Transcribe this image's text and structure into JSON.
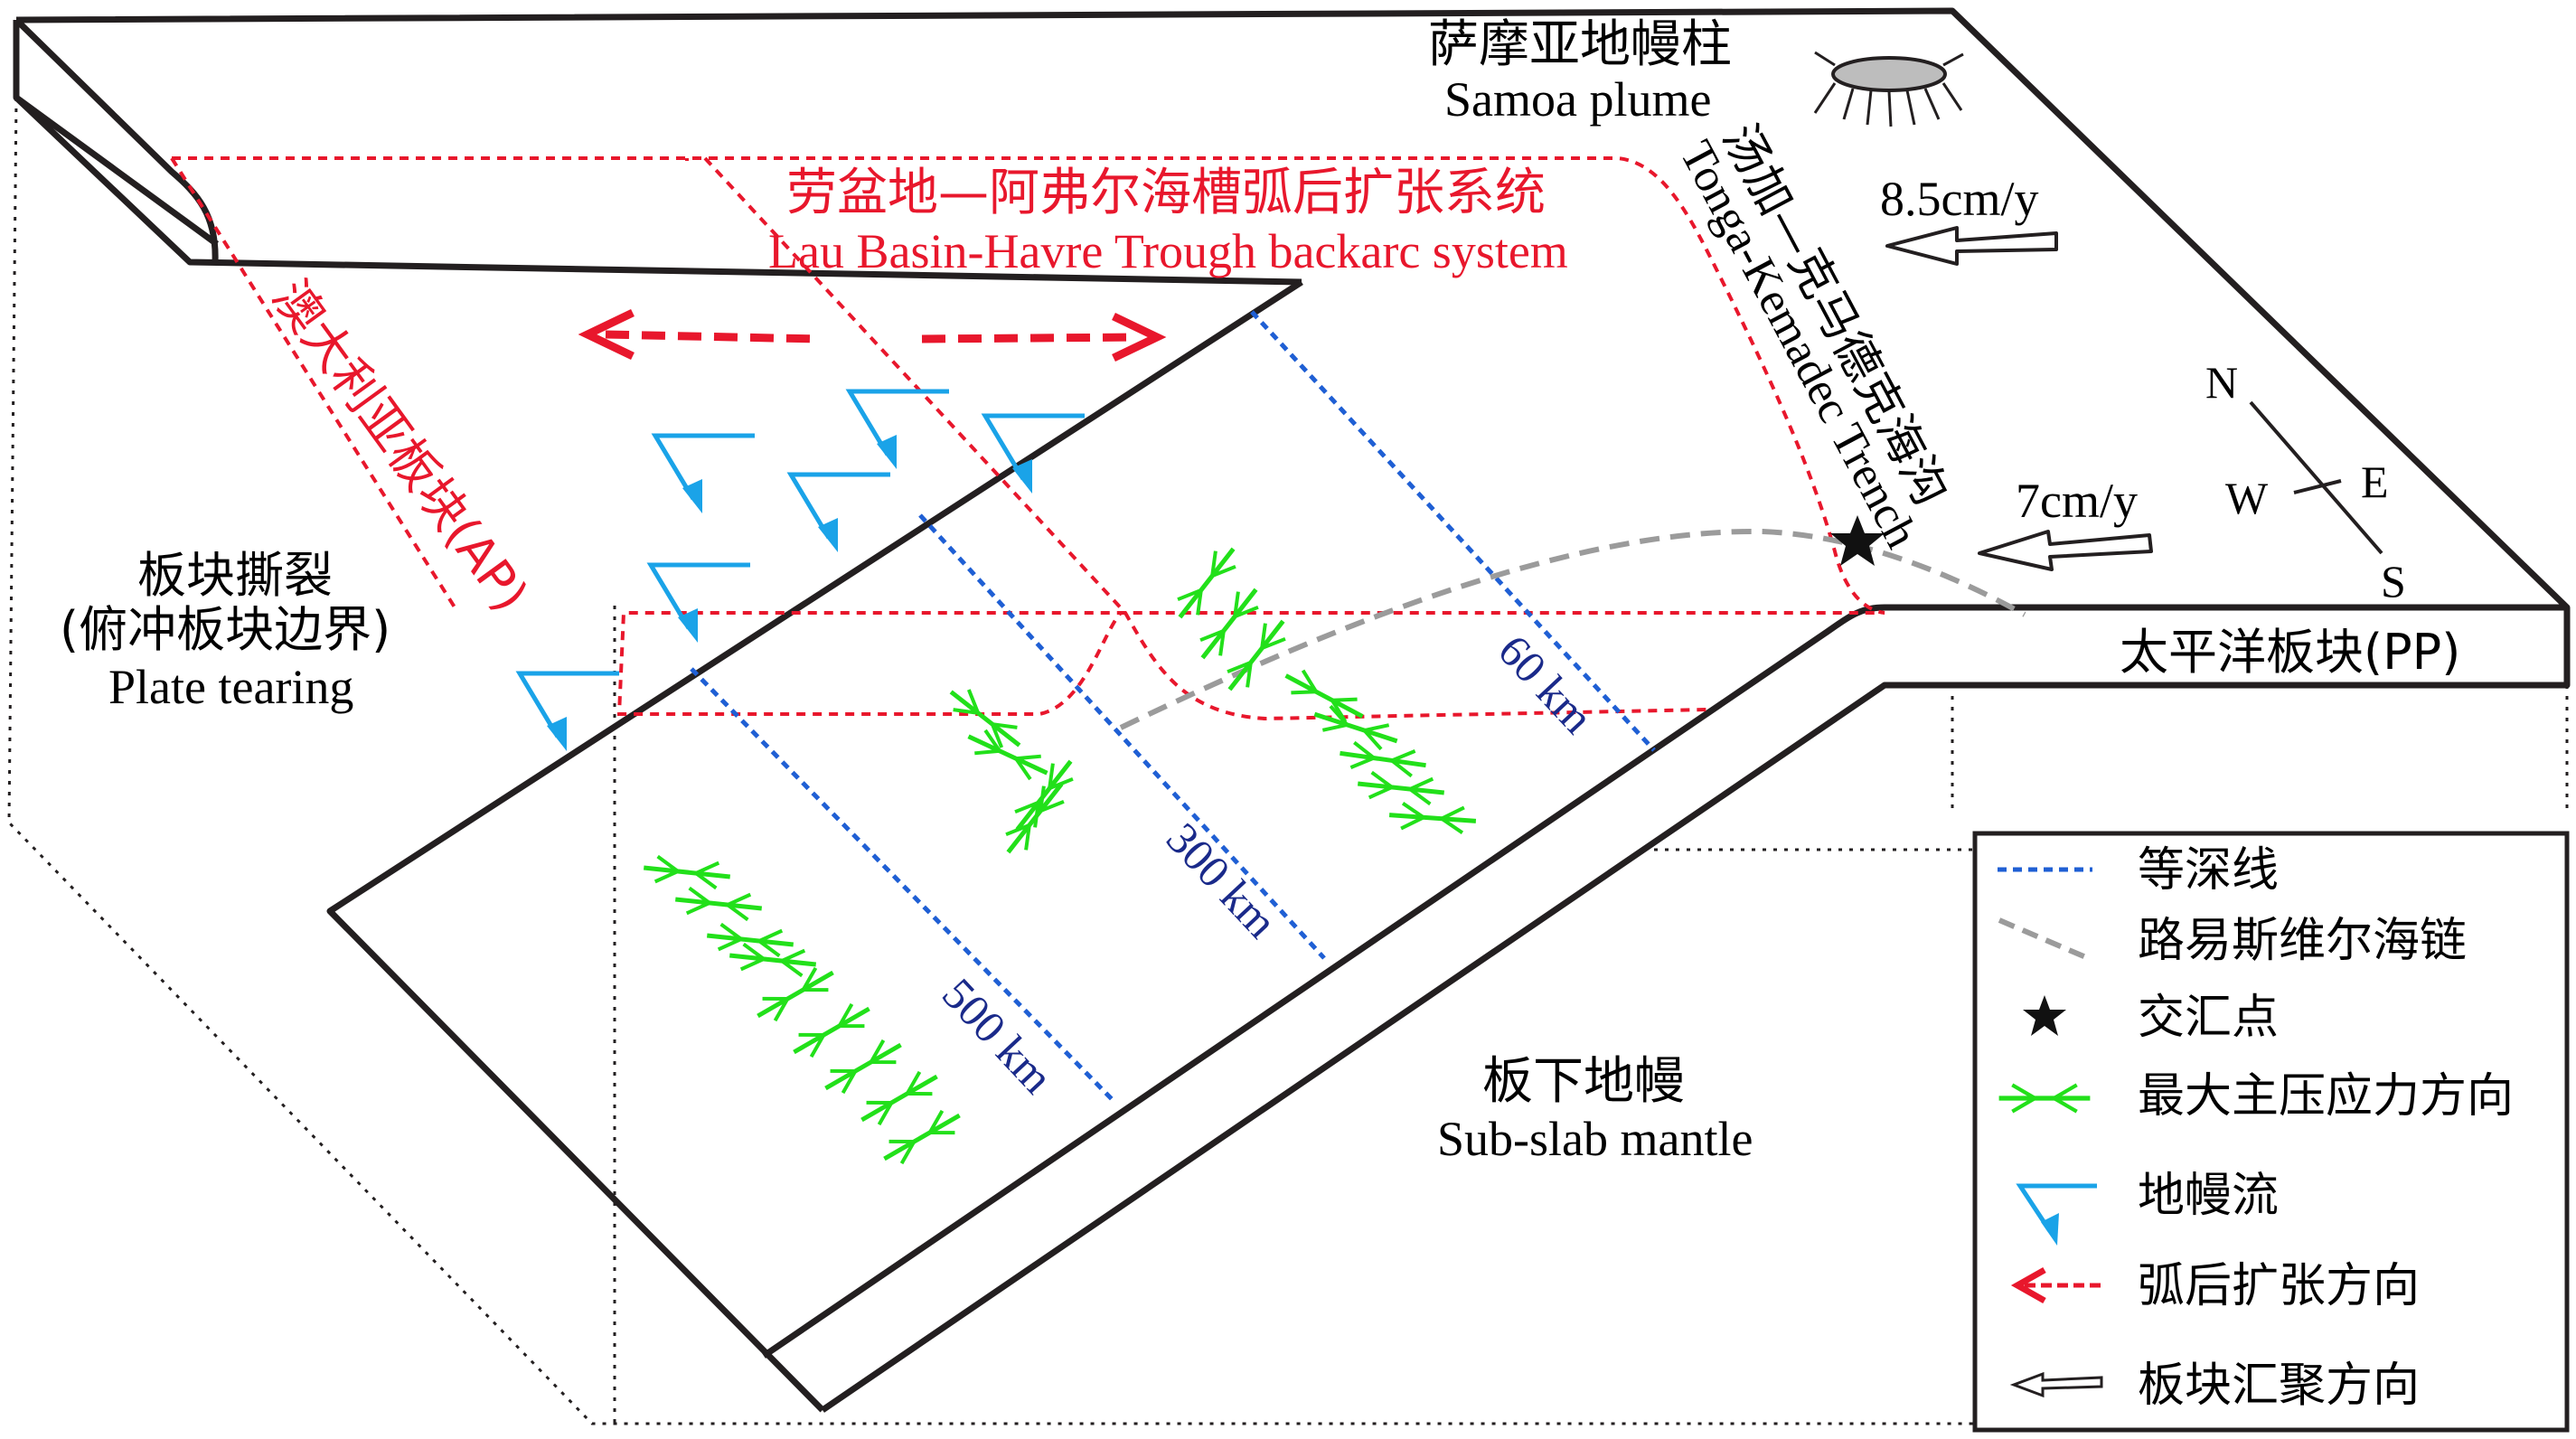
{
  "labels": {
    "plume_cn": "萨摩亚地幔柱",
    "plume_en": "Samoa plume",
    "backarc_cn": "劳盆地—阿弗尔海槽弧后扩张系统",
    "backarc_en": "Lau Basin-Havre Trough backarc system",
    "trench_cn": "汤加—克马德克海沟",
    "trench_en": "Tonga-Kemadec Trench",
    "ap_cn": "澳大利亚板块(AP)",
    "tearing_cn1": "板块撕裂",
    "tearing_cn2": "(俯冲板块边界)",
    "tearing_en": "Plate tearing",
    "pp_label": "太平洋板块(PP)",
    "subslab_cn": "板下地幔",
    "subslab_en": "Sub-slab mantle",
    "rate_top": "8.5cm/y",
    "rate_bottom": "7cm/y",
    "depth_60": "60 km",
    "depth_300": "300 km",
    "depth_500": "500 km"
  },
  "compass": {
    "n": "N",
    "s": "S",
    "w": "W",
    "e": "E"
  },
  "legend": {
    "items": [
      {
        "key": "contour",
        "label": "等深线"
      },
      {
        "key": "chain",
        "label": "路易斯维尔海链"
      },
      {
        "key": "junction",
        "label": "交汇点"
      },
      {
        "key": "stress",
        "label": "最大主压应力方向"
      },
      {
        "key": "mantle",
        "label": "地幔流"
      },
      {
        "key": "spreading",
        "label": "弧后扩张方向"
      },
      {
        "key": "convergence",
        "label": "板块汇聚方向"
      }
    ]
  },
  "colors": {
    "frame": "#231f20",
    "red": "#e8172c",
    "blue_contour": "#1f5fd4",
    "depth_text": "#1a2a8a",
    "stress": "#22e01a",
    "mantle": "#1aa3e8",
    "chain": "#9b9b9b",
    "plume_fill": "#bdbdbd"
  }
}
